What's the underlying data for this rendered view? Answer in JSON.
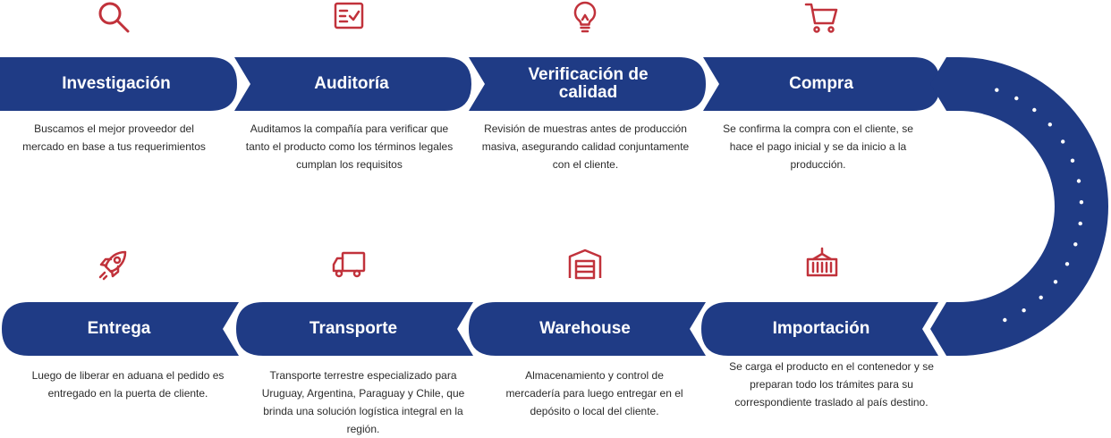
{
  "colors": {
    "road": "#1f3b85",
    "icon": "#c1323b",
    "text": "#2b2b2b",
    "dots": "#ffffff"
  },
  "steps": [
    {
      "title": "Investigación",
      "icon": "magnifier-icon",
      "description": "Buscamos el mejor proveedor del mercado en base a tus requerimientos"
    },
    {
      "title": "Auditoría",
      "icon": "checklist-icon",
      "description": "Auditamos la compañía para verificar que tanto el producto como los términos legales cumplan los requisitos"
    },
    {
      "title": "Verificación de calidad",
      "icon": "lightbulb-icon",
      "description": "Revisión de muestras antes de producción masiva, asegurando calidad conjuntamente con el cliente."
    },
    {
      "title": "Compra",
      "icon": "shopping-cart-icon",
      "description": "Se confirma la compra con el cliente, se hace el pago inicial y se da inicio a la producción."
    },
    {
      "title": "Importación",
      "icon": "container-icon",
      "description": "Se carga el producto en el contenedor y se preparan todo los trámites para su correspondiente traslado al país destino."
    },
    {
      "title": "Warehouse",
      "icon": "warehouse-icon",
      "description": "Almacenamiento y control de mercadería para luego entregar en el depósito o local del cliente."
    },
    {
      "title": "Transporte",
      "icon": "truck-icon",
      "description": "Transporte terrestre especializado para Uruguay, Argentina, Paraguay y Chile, que brinda una solución logística integral en la región."
    },
    {
      "title": "Entrega",
      "icon": "rocket-icon",
      "description": "Luego de liberar en aduana el pedido es entregado en la puerta de cliente."
    }
  ]
}
